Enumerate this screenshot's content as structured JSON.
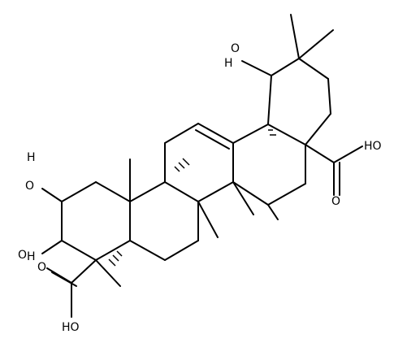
{
  "diagram": {
    "stroke": "#000000",
    "background": "#ffffff",
    "atom_labels": {
      "oh_top": "H",
      "o_top": "O",
      "oh_acid_right": "HO",
      "o_acid_right": "O",
      "oh_left": "H",
      "o_left": "O",
      "o_bottom_left": "O",
      "h_bottom_left": "H",
      "o_acid_bottom": "O",
      "oh_acid_bottom": "HO"
    }
  }
}
